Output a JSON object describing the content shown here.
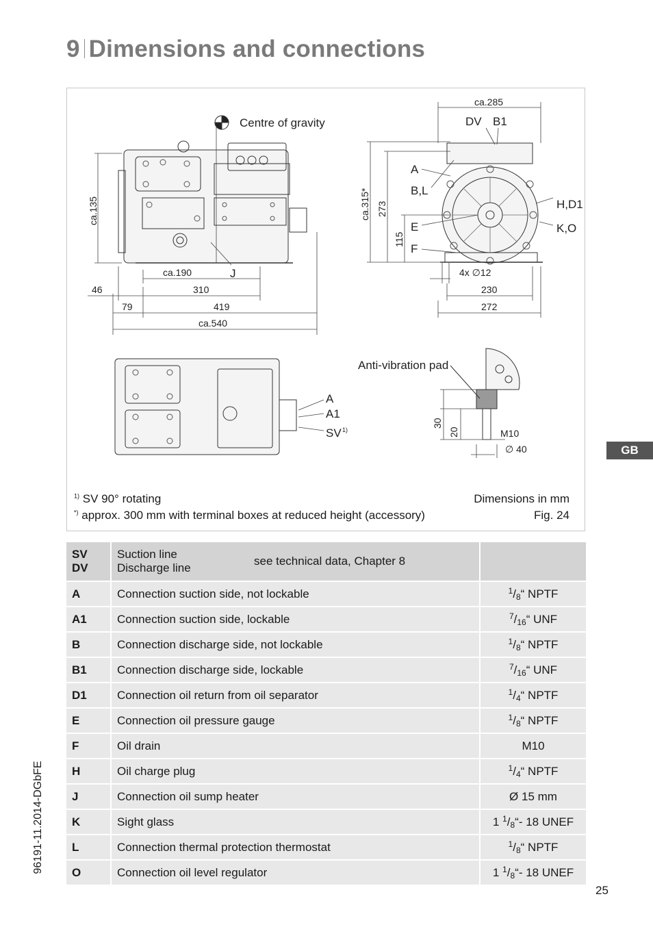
{
  "heading": {
    "number": "9",
    "title": "Dimensions and connections"
  },
  "side_tab": "GB",
  "doc_code": "96191-11.2014-DGbFE",
  "page_number": "25",
  "figure": {
    "labels": {
      "centre_of_gravity": "Centre of gravity",
      "j": "J",
      "dv": "DV",
      "b1": "B1",
      "a": "A",
      "bl": "B,L",
      "e": "E",
      "f": "F",
      "hd1": "H,D1",
      "ko": "K,O",
      "a_top": "A",
      "a1": "A1",
      "sv": "SV",
      "anti_vibration": "Anti-vibration pad",
      "m10": "M10",
      "d40": "∅ 40"
    },
    "dims": {
      "ca135": "ca.135",
      "ca190": "ca.190",
      "d46": "46",
      "d310": "310",
      "d79": "79",
      "d419": "419",
      "ca540": "ca.540",
      "ca285": "ca.285",
      "ca315": "ca.315*",
      "d273": "273",
      "d115": "115",
      "hole": "4x ∅12",
      "d230": "230",
      "d272": "272",
      "d30": "30",
      "d20": "20"
    },
    "notes": {
      "n1_mark": "1)",
      "n1": "SV 90° rotating",
      "n2_mark": "*)",
      "n2": "approx. 300 mm with terminal boxes at reduced height (accessory)",
      "units": "Dimensions in mm",
      "fig": "Fig. 24",
      "sv_mark": "1)"
    }
  },
  "table": {
    "header": {
      "codes": [
        "SV",
        "DV"
      ],
      "descs": [
        "Suction line",
        "Discharge line"
      ],
      "ref": "see technical data, Chapter 8"
    },
    "rows": [
      {
        "code": "A",
        "desc": "Connection suction side, not lockable",
        "pre": "",
        "num": "1",
        "den": "8",
        "suffix": "“ NPTF"
      },
      {
        "code": "A1",
        "desc": "Connection suction side, lockable",
        "pre": "",
        "num": "7",
        "den": "16",
        "suffix": "“ UNF"
      },
      {
        "code": "B",
        "desc": "Connection discharge side, not lockable",
        "pre": "",
        "num": "1",
        "den": "8",
        "suffix": "“ NPTF"
      },
      {
        "code": "B1",
        "desc": "Connection discharge side, lockable",
        "pre": "",
        "num": "7",
        "den": "16",
        "suffix": "“ UNF"
      },
      {
        "code": "D1",
        "desc": "Connection oil return from oil separator",
        "pre": "",
        "num": "1",
        "den": "4",
        "suffix": "“ NPTF"
      },
      {
        "code": "E",
        "desc": "Connection oil pressure gauge",
        "pre": "",
        "num": "1",
        "den": "8",
        "suffix": "“ NPTF"
      },
      {
        "code": "F",
        "desc": "Oil drain",
        "plain": "M10"
      },
      {
        "code": "H",
        "desc": "Oil charge plug",
        "pre": "",
        "num": "1",
        "den": "4",
        "suffix": "“ NPTF"
      },
      {
        "code": "J",
        "desc": "Connection oil sump heater",
        "plain": "Ø 15 mm"
      },
      {
        "code": "K",
        "desc": "Sight glass",
        "pre": "1 ",
        "num": "1",
        "den": "8",
        "suffix": "“-  18 UNEF"
      },
      {
        "code": "L",
        "desc": "Connection thermal protection thermostat",
        "pre": "",
        "num": "1",
        "den": "8",
        "suffix": "“ NPTF"
      },
      {
        "code": "O",
        "desc": "Connection oil level regulator",
        "pre": "1 ",
        "num": "1",
        "den": "8",
        "suffix": "“-  18 UNEF"
      }
    ]
  }
}
